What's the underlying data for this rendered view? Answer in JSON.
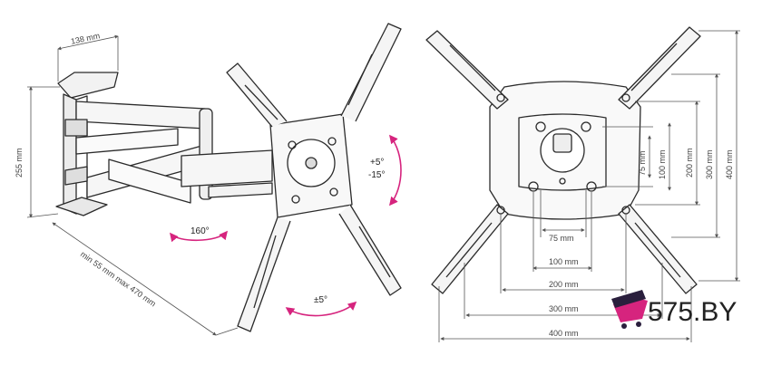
{
  "side_view": {
    "depth_label": "138 mm",
    "height_label": "255 mm",
    "extension_label": "min 55 mm max 470 mm",
    "swivel_label": "160°",
    "tilt_up_label": "+5°",
    "tilt_down_label": "-15°",
    "rotate_label": "±5°"
  },
  "front_view": {
    "v_labels": [
      "75 mm",
      "100 mm",
      "200 mm",
      "300 mm",
      "400 mm"
    ],
    "h_labels": [
      "75 mm",
      "100 mm",
      "200 mm",
      "300 mm",
      "400 mm"
    ]
  },
  "logo": {
    "text": "575.BY"
  },
  "colors": {
    "accent": "#d6247e",
    "line": "#2b2b2b",
    "dim": "#555555"
  }
}
